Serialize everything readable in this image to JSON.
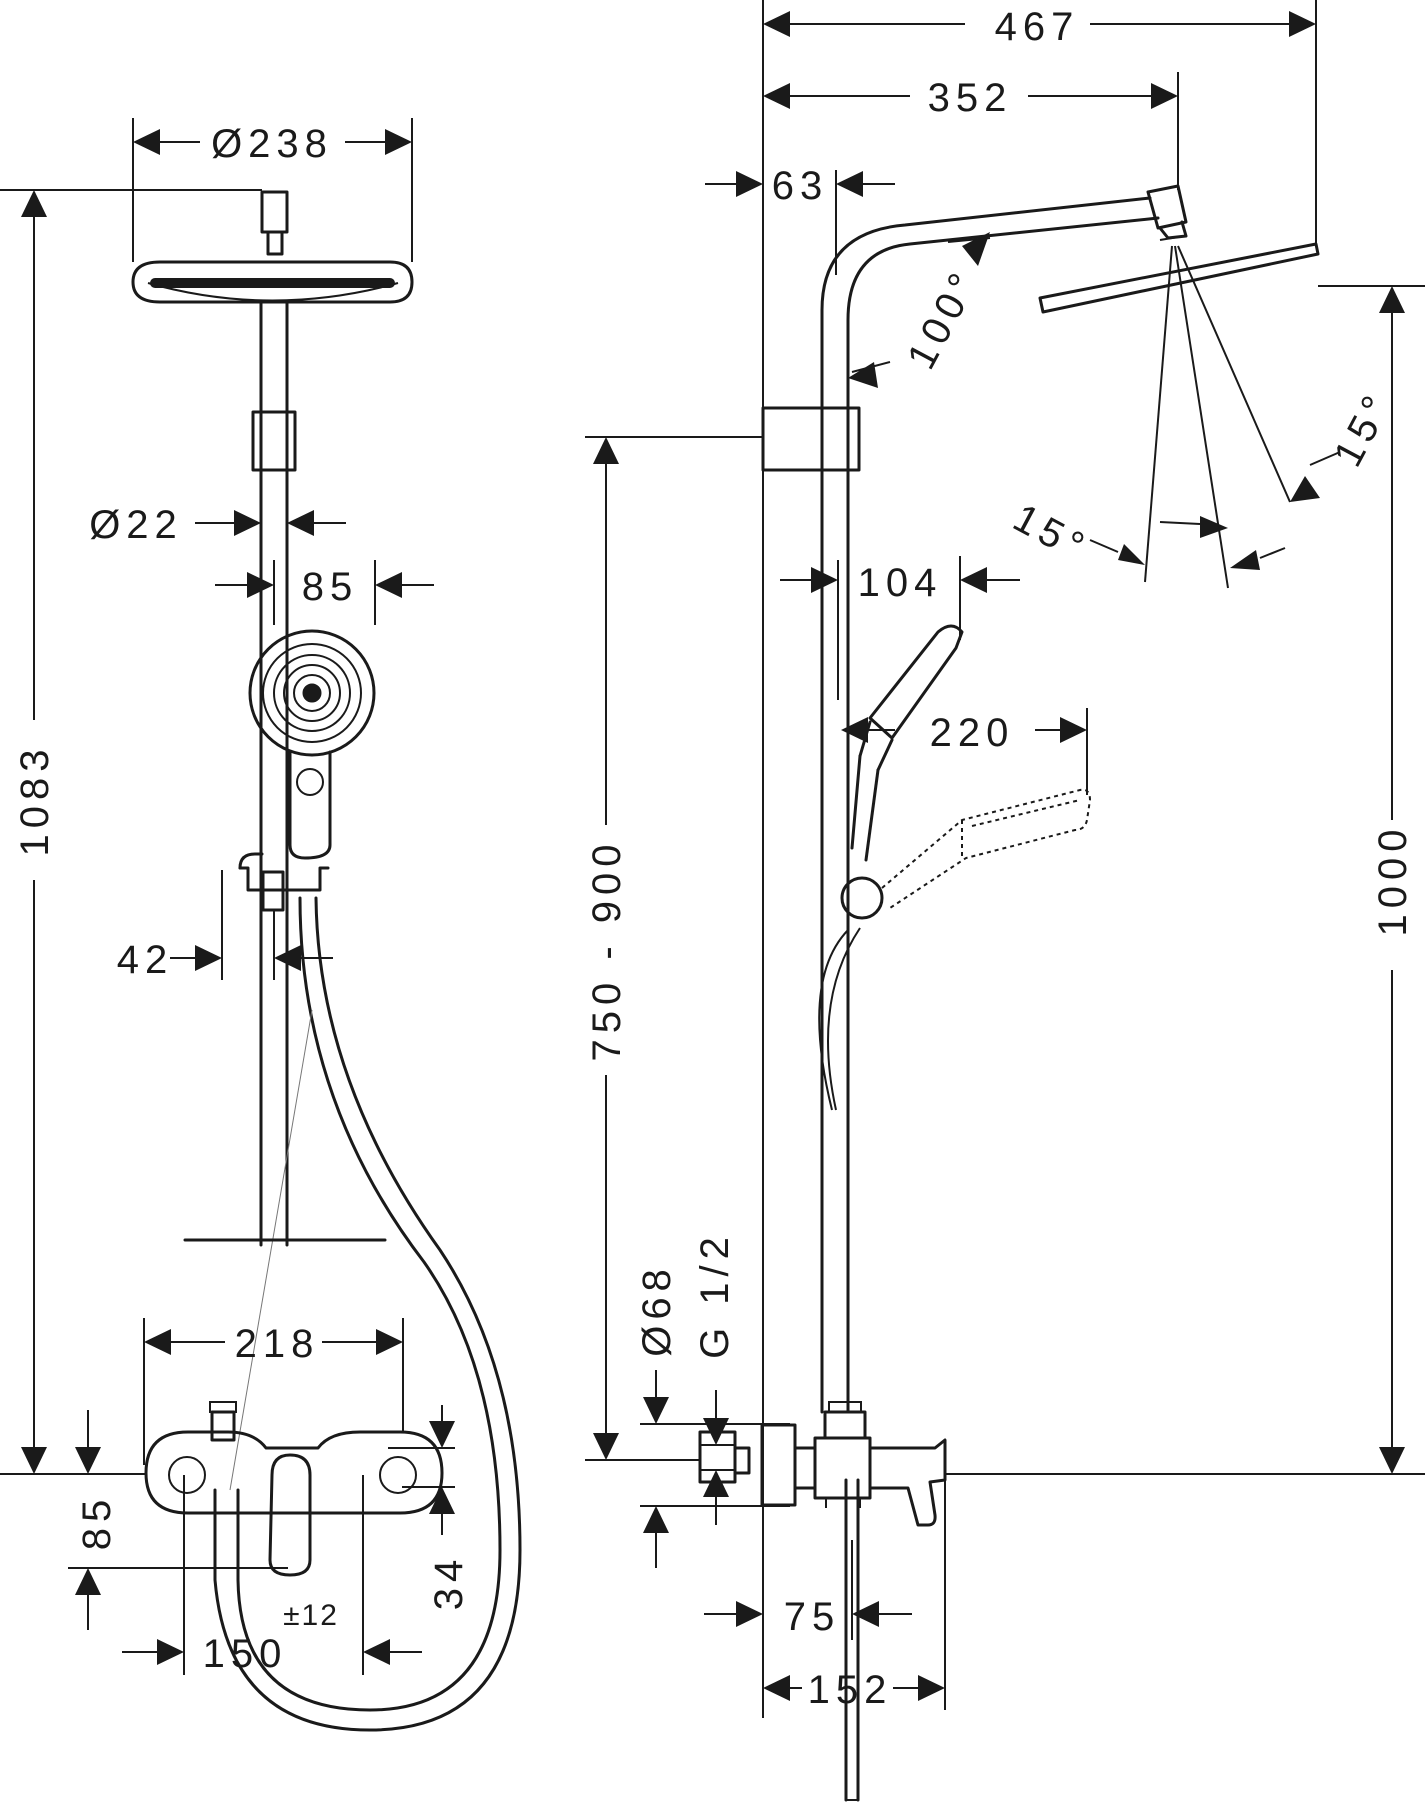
{
  "dimensions": {
    "head_diameter": "Ø238",
    "pipe_diameter": "Ø22",
    "handshower_offset": "85",
    "overall_height": "1083",
    "holder_offset": "42",
    "mixer_width": "218",
    "mixer_height_left": "85",
    "mixer_depth_right": "34",
    "centers": "150",
    "centers_tolerance": "±12",
    "total_projection": "467",
    "arm_projection": "352",
    "wall_clearance": "63",
    "arm_angle": "100°",
    "spray_angle_upper": "15°",
    "spray_angle_lower": "15°",
    "holder_projection": "104",
    "handshower_length": "220",
    "height_range": "750 - 900",
    "head_height": "1000",
    "escutcheon_diameter": "Ø68",
    "thread": "G 1/2",
    "mixer_projection": "75",
    "mixer_total_depth": "152"
  }
}
